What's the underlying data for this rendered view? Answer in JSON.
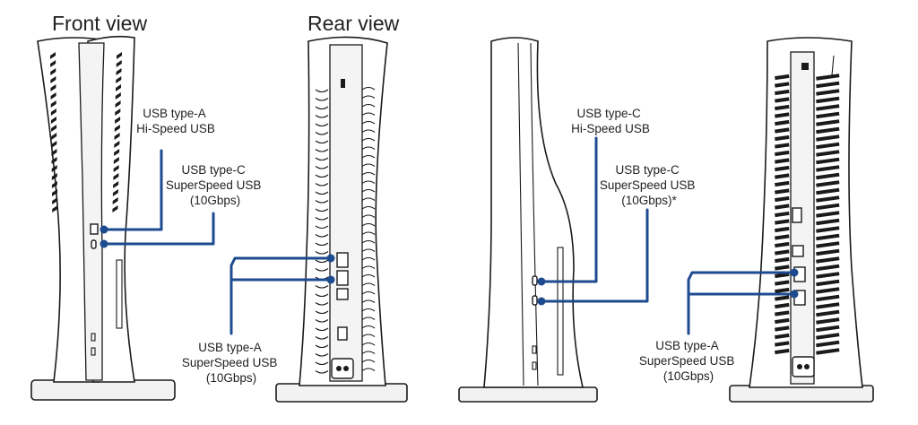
{
  "titles": {
    "front": "Front view",
    "rear": "Rear view"
  },
  "labels": {
    "std_front_a": [
      "USB type-A",
      "Hi-Speed USB"
    ],
    "std_front_c": [
      "USB type-C",
      "SuperSpeed USB",
      "(10Gbps)"
    ],
    "std_rear_a": [
      "USB type-A",
      "SuperSpeed USB",
      "(10Gbps)"
    ],
    "slim_front_c1": [
      "USB type-C",
      "Hi-Speed USB"
    ],
    "slim_front_c2": [
      "USB type-C",
      "SuperSpeed USB",
      "(10Gbps)*"
    ],
    "slim_rear_a": [
      "USB type-A",
      "SuperSpeed USB",
      "(10Gbps)"
    ]
  },
  "colors": {
    "leader": "#1e4b8f",
    "outline": "#1a1a1a"
  }
}
